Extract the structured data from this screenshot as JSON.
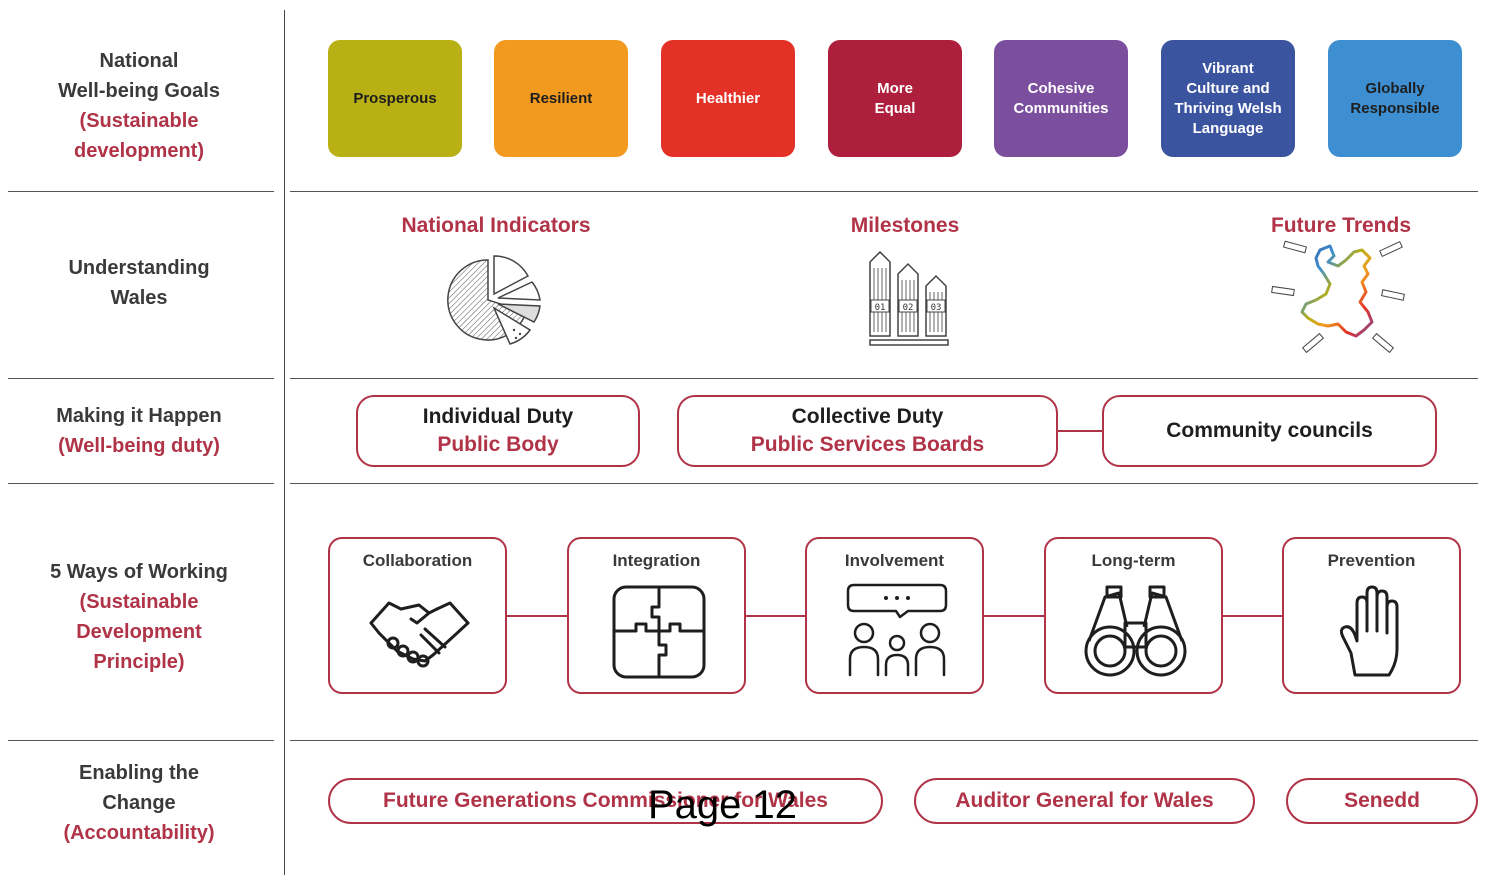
{
  "row_labels": {
    "goals": {
      "line1": "National",
      "line2": "Well-being Goals",
      "line3": "(Sustainable",
      "line4": "development)"
    },
    "understanding": {
      "line1": "Understanding",
      "line2": "Wales"
    },
    "making": {
      "line1": "Making it Happen",
      "line2": "(Well-being duty)"
    },
    "ways": {
      "line1": "5 Ways of Working",
      "line2": "(Sustainable",
      "line3": "Development",
      "line4": "Principle)"
    },
    "enabling": {
      "line1": "Enabling the",
      "line2": "Change",
      "line3": "(Accountability)"
    }
  },
  "goals": [
    {
      "label": "Prosperous",
      "color": "#b8b014"
    },
    {
      "label": "Resilient",
      "color": "#f29a1f"
    },
    {
      "label": "Healthier",
      "color": "#e43127"
    },
    {
      "label": "More\nEqual",
      "color": "#ad1f3c"
    },
    {
      "label": "Cohesive\nCommunities",
      "color": "#7c4f9e"
    },
    {
      "label": "Vibrant\nCulture and\nThriving Welsh\nLanguage",
      "color": "#3b54a0"
    },
    {
      "label": "Globally\nResponsible",
      "color": "#3d8fd1"
    }
  ],
  "understanding": [
    {
      "title": "National Indicators",
      "icon": "pie-chart-sketch-icon"
    },
    {
      "title": "Milestones",
      "icon": "milestones-bars-icon",
      "bar_labels": [
        "01",
        "02",
        "03"
      ]
    },
    {
      "title": "Future Trends",
      "icon": "wales-map-arrows-icon"
    }
  ],
  "duties": [
    {
      "line1": "Individual Duty",
      "line2": "Public Body"
    },
    {
      "line1": "Collective Duty",
      "line2": "Public Services Boards"
    },
    {
      "line1": "Community councils",
      "line2": ""
    }
  ],
  "ways": [
    {
      "label": "Collaboration",
      "icon": "handshake-icon"
    },
    {
      "label": "Integration",
      "icon": "puzzle-icon"
    },
    {
      "label": "Involvement",
      "icon": "people-speech-icon"
    },
    {
      "label": "Long-term",
      "icon": "binoculars-icon"
    },
    {
      "label": "Prevention",
      "icon": "raised-hand-icon"
    }
  ],
  "accountability": [
    {
      "label": "Future Generations Commissioner for Wales"
    },
    {
      "label": "Auditor General for Wales"
    },
    {
      "label": "Senedd"
    }
  ],
  "page_number": "Page 12",
  "colors": {
    "accent": "#b03347",
    "divider": "#555555"
  }
}
